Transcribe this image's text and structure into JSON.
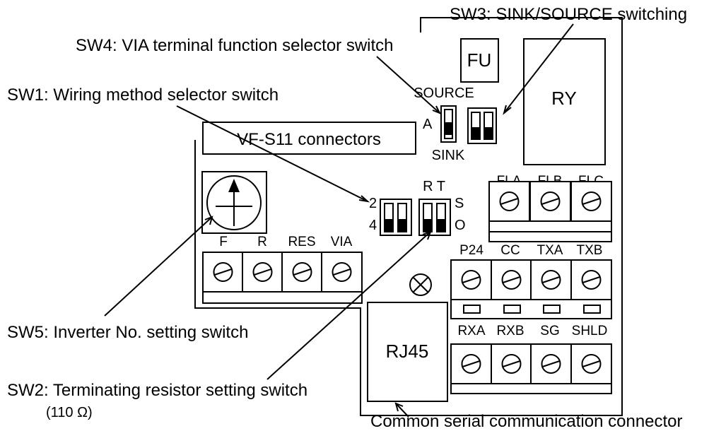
{
  "callouts": {
    "sw3": "SW3: SINK/SOURCE switching",
    "sw4": "SW4: VIA terminal function selector switch",
    "sw1": "SW1: Wiring method selector switch",
    "sw5": "SW5: Inverter No. setting switch",
    "sw2": "SW2: Terminating resistor setting switch",
    "sw2_note": "(110 Ω)",
    "connector": "Common serial communication connector"
  },
  "board": {
    "fu": "FU",
    "ry": "RY",
    "vf_connectors": "VF-S11 connectors",
    "rj45": "RJ45",
    "sw4_source": "SOURCE",
    "sw4_sink": "SINK",
    "sw4_a": "A",
    "sw1_2": "2",
    "sw1_4": "4",
    "sw2_rt": "R T",
    "sw2_s": "S",
    "sw2_o": "O"
  },
  "terminals": {
    "left_row": [
      "F",
      "R",
      "RES",
      "VIA"
    ],
    "relay_row": [
      "FLA",
      "FLB",
      "FLC"
    ],
    "middle_row": [
      "P24",
      "CC",
      "TXA",
      "TXB"
    ],
    "bottom_row": [
      "RXA",
      "RXB",
      "SG",
      "SHLD"
    ]
  }
}
